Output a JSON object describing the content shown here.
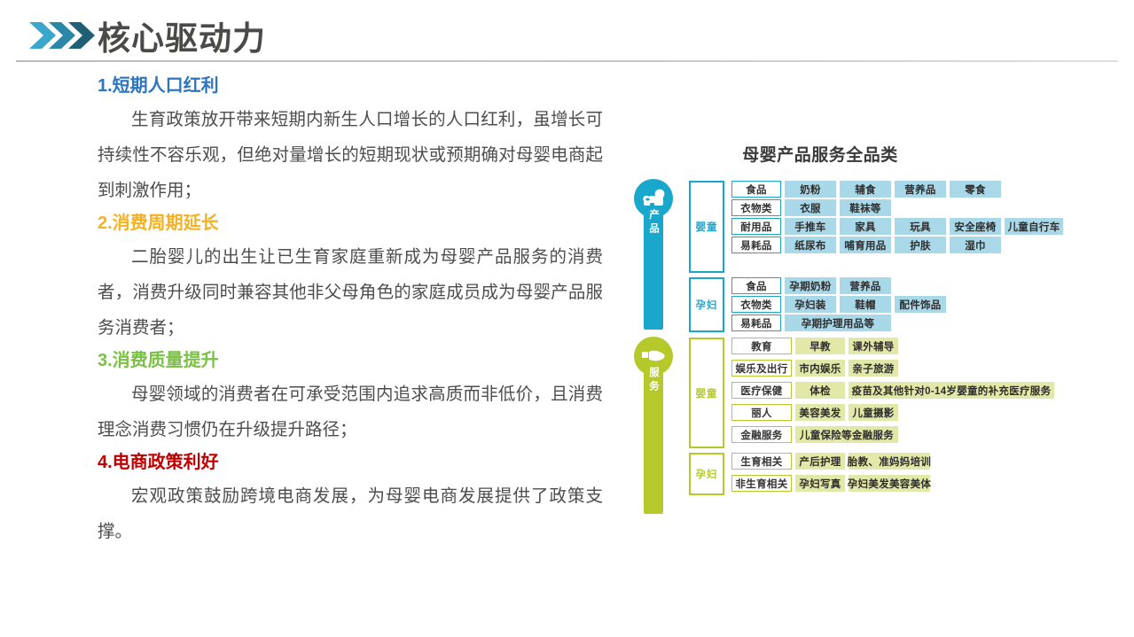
{
  "header": {
    "title": "核心驱动力",
    "chevron_colors": [
      "#3aa6cc",
      "#2b87a8",
      "#1f5f73"
    ],
    "title_color": "#4a4a48",
    "rule_color": "#c2c2c2"
  },
  "sections": [
    {
      "heading": "1.短期人口红利",
      "heading_color": "#2e75c0",
      "body": "生育政策放开带来短期内新生人口增长的人口红利，虽增长可持续性不容乐观，但绝对量增长的短期现状或预期确对母婴电商起到刺激作用；"
    },
    {
      "heading": "2.消费周期延长",
      "heading_color": "#f4b223",
      "body": "二胎婴儿的出生让已生育家庭重新成为母婴产品服务的消费者，消费升级同时兼容其他非父母角色的家庭成员成为母婴产品服务消费者；"
    },
    {
      "heading": "3.消费质量提升",
      "heading_color": "#7ac143",
      "body": "母婴领域的消费者在可承受范围内追求高质而非低价，且消费理念消费习惯仍在升级提升路径；"
    },
    {
      "heading": "4.电商政策利好",
      "heading_color": "#c00000",
      "body": "宏观政策鼓励跨境电商发展，为母婴电商发展提供了政策支撑。"
    }
  ],
  "diagram": {
    "title": "母婴产品服务全品类",
    "colors": {
      "product_accent": "#19a7cc",
      "product_chip": "#a9d8e8",
      "service_accent": "#b5c92b",
      "service_chip": "#e2e8a8"
    },
    "groups": [
      {
        "name": "产品",
        "icon": "baby-icon",
        "accent": "#19a7cc",
        "audiences": [
          {
            "name": "婴童",
            "rows": [
              {
                "category": "食品",
                "items": [
                  "奶粉",
                  "辅食",
                  "营养品",
                  "零食"
                ]
              },
              {
                "category": "衣物类",
                "items": [
                  "衣服",
                  "鞋袜等"
                ]
              },
              {
                "category": "耐用品",
                "items": [
                  "手推车",
                  "家具",
                  "玩具",
                  "安全座椅",
                  "儿童自行车"
                ]
              },
              {
                "category": "易耗品",
                "items": [
                  "纸尿布",
                  "哺育用品",
                  "护肤",
                  "湿巾"
                ]
              }
            ]
          },
          {
            "name": "孕妇",
            "rows": [
              {
                "category": "食品",
                "items": [
                  "孕期奶粉",
                  "营养品"
                ]
              },
              {
                "category": "衣物类",
                "items": [
                  "孕妇装",
                  "鞋帽",
                  "配件饰品"
                ]
              },
              {
                "category": "易耗品",
                "items": [
                  "孕期护理用品等"
                ]
              }
            ]
          }
        ]
      },
      {
        "name": "服务",
        "icon": "hand-holding-icon",
        "accent": "#b5c92b",
        "audiences": [
          {
            "name": "婴童",
            "rows": [
              {
                "category": "教育",
                "items": [
                  "早教",
                  "课外辅导"
                ]
              },
              {
                "category": "娱乐及出行",
                "items": [
                  "市内娱乐",
                  "亲子旅游"
                ]
              },
              {
                "category": "医疗保健",
                "items": [
                  "体检",
                  "疫苗及其他针对0-14岁婴童的补充医疗服务"
                ]
              },
              {
                "category": "丽人",
                "items": [
                  "美容美发",
                  "儿童摄影"
                ]
              },
              {
                "category": "金融服务",
                "items": [
                  "儿童保险等金融服务"
                ]
              }
            ]
          },
          {
            "name": "孕妇",
            "rows": [
              {
                "category": "生育相关",
                "items": [
                  "产后护理",
                  "胎教、准妈妈培训"
                ]
              },
              {
                "category": "非生育相关",
                "items": [
                  "孕妇写真",
                  "孕妇美发美容美体"
                ]
              }
            ]
          }
        ]
      }
    ]
  }
}
